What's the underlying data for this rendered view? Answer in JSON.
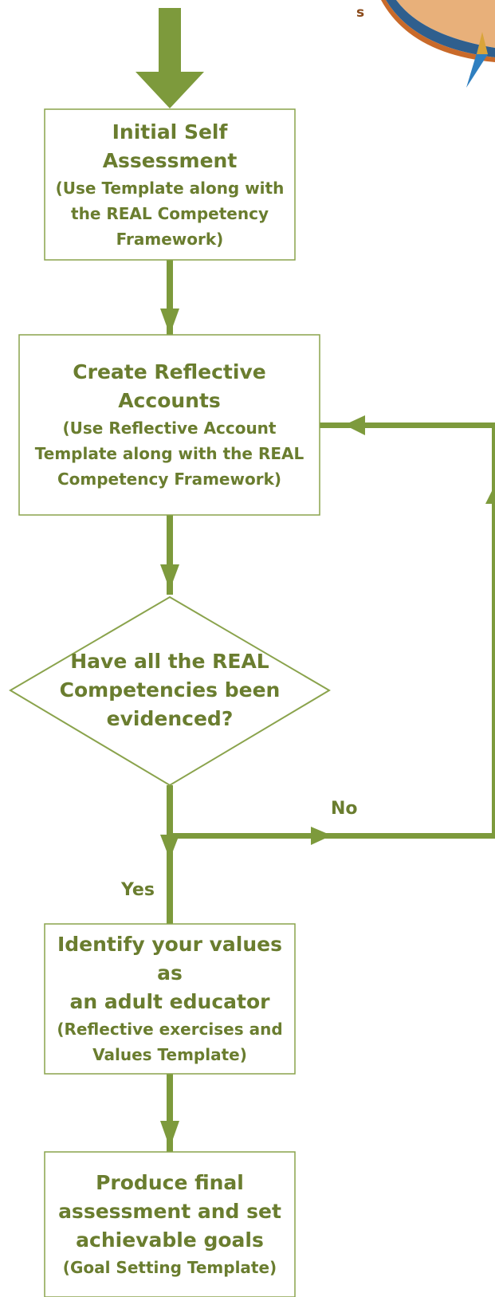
{
  "nodes": {
    "initial": {
      "title": "Initial Self Assessment",
      "sub_lines": [
        "(Use Template along with",
        "the REAL Competency",
        "Framework)"
      ]
    },
    "reflective": {
      "title": "Create Reflective Accounts",
      "sub_lines": [
        "(Use Reflective Account",
        "Template along with the REAL",
        "Competency Framework)"
      ]
    },
    "decision": {
      "lines": [
        "Have all the REAL",
        "Competencies been",
        "evidenced?"
      ]
    },
    "values": {
      "title_lines": [
        "Identify your values as",
        "an adult educator"
      ],
      "sub_lines": [
        "(Reflective exercises and",
        "Values Template)"
      ]
    },
    "final": {
      "title_lines": [
        "Produce final",
        "assessment and set",
        "achievable goals"
      ],
      "sub_lines": [
        "(Goal Setting Template)"
      ]
    }
  },
  "edges": {
    "no_label": "No",
    "yes_label": "Yes"
  },
  "corner_fragment": "s",
  "colors": {
    "arrow": "#7d9a3c",
    "text": "#6a7d2f",
    "box_border": "#8aa34c"
  }
}
